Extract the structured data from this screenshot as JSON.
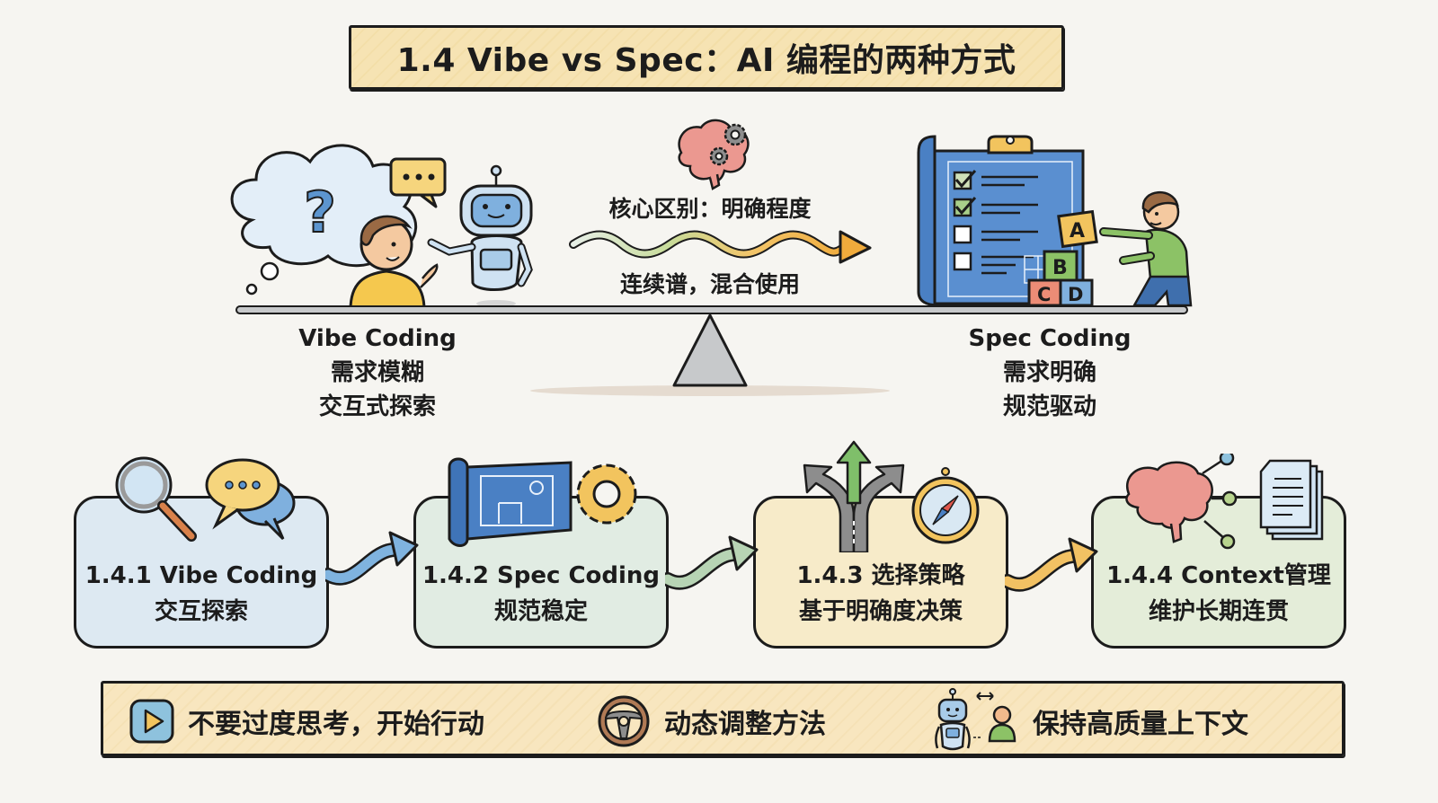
{
  "title": "1.4 Vibe vs Spec：AI 编程的两种方式",
  "center": {
    "icon": "brain-gears-icon",
    "core_difference": "核心区别：明确程度",
    "spectrum_note": "连续谱，混合使用",
    "arrow_gradient": [
      "#cfe0cf",
      "#c8dc9a",
      "#f2c56a",
      "#f0ab3c"
    ]
  },
  "left_side": {
    "icons": [
      "thought-cloud-question-icon",
      "person-icon",
      "speech-bubble-icon",
      "robot-icon"
    ],
    "name": "Vibe Coding",
    "line1": "需求模糊",
    "line2": "交互式探索"
  },
  "right_side": {
    "icons": [
      "clipboard-checklist-icon",
      "blocks-abcd-icon",
      "person-building-icon"
    ],
    "name": "Spec Coding",
    "line1": "需求明确",
    "line2": "规范驱动",
    "blocks": [
      "A",
      "B",
      "C",
      "D"
    ]
  },
  "cards": [
    {
      "id": "1.4.1",
      "title": "1.4.1 Vibe Coding",
      "subtitle": "交互探索",
      "bg": "#dde9f2",
      "icons": [
        "magnifier-icon",
        "chat-bubbles-icon"
      ],
      "arrow_color": "#7fb3df"
    },
    {
      "id": "1.4.2",
      "title": "1.4.2 Spec Coding",
      "subtitle": "规范稳定",
      "bg": "#e1ece3",
      "icons": [
        "blueprint-icon",
        "gear-icon"
      ],
      "arrow_color": "#b7d4b4"
    },
    {
      "id": "1.4.3",
      "title": "1.4.3 选择策略",
      "subtitle": "基于明确度决策",
      "bg": "#f7ebc9",
      "icons": [
        "fork-road-arrows-icon",
        "compass-icon"
      ],
      "arrow_color": "#f2c163"
    },
    {
      "id": "1.4.4",
      "title": "1.4.4 Context管理",
      "subtitle": "维护长期连贯",
      "bg": "#e4edd9",
      "icons": [
        "brain-network-icon",
        "documents-icon"
      ],
      "arrow_color": null
    }
  ],
  "footer": {
    "tips": [
      {
        "icon": "play-button-icon",
        "text": "不要过度思考，开始行动"
      },
      {
        "icon": "steering-wheel-icon",
        "text": "动态调整方法"
      },
      {
        "icon": "robot-human-exchange-icon",
        "text": "保持高质量上下文"
      }
    ]
  },
  "colors": {
    "background": "#f6f5f1",
    "banner": "#f6e3b3",
    "ink": "#1c1c1c",
    "blue": "#4f86c6",
    "yellow": "#f2c45e",
    "green": "#8cc266",
    "brain_pink": "#e98b86"
  }
}
